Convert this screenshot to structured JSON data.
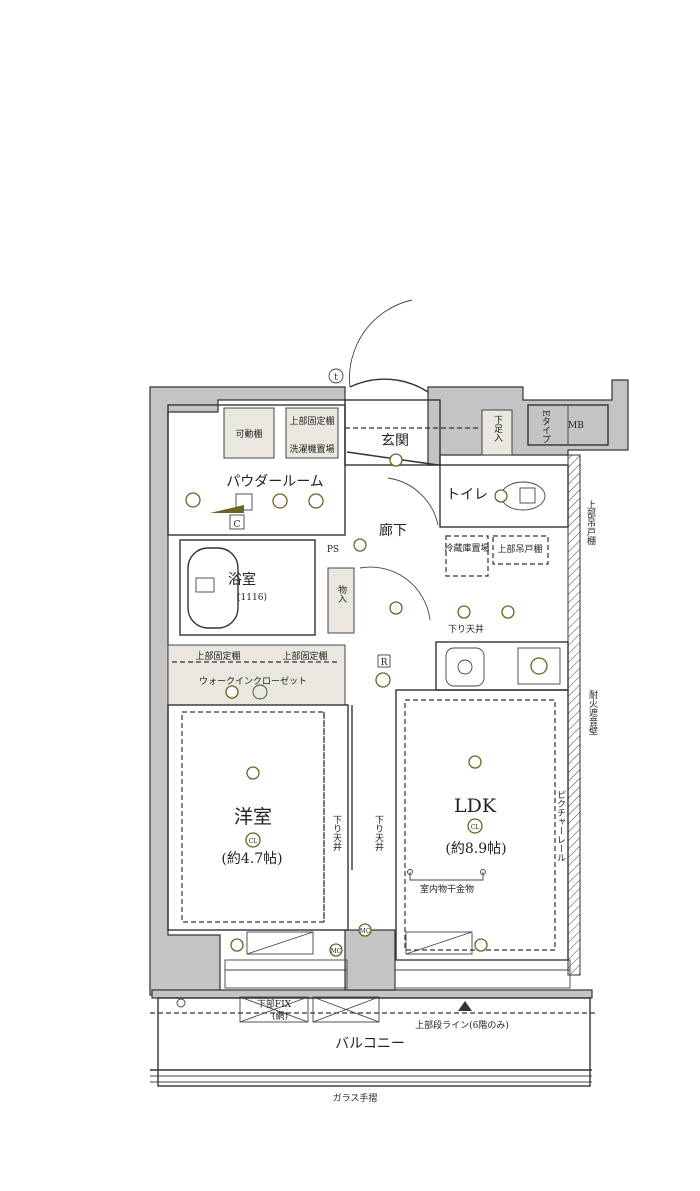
{
  "plan": {
    "genkan": "玄関",
    "getabako": "下足入",
    "mb_type": "Eタイプ",
    "mb": "MB",
    "movable_shelf": "可動棚",
    "upper_fixed_shelf_powder": "上部固定棚",
    "washer_space": "洗濯機置場",
    "powder_room": "パウダールーム",
    "c_mark": "C",
    "toilet": "トイレ",
    "hallway": "廊下",
    "ps": "PS",
    "bathroom": "浴室",
    "bathroom_size": "(1116)",
    "storage": "物入",
    "fridge_space": "冷蔵庫置場",
    "upper_cabinet_kitchen": "上部吊戸棚",
    "upper_cabinet_side": "上部吊戸棚",
    "lowered_ceiling_kitchen": "下り天井",
    "r_mark": "R",
    "upper_fixed_shelf_left": "上部固定棚",
    "upper_fixed_shelf_right": "上部固定棚",
    "walk_in_closet": "ウォークインクローゼット",
    "fire_wall": "耐火遮音壁",
    "western_room": "洋室",
    "western_cl": "CL",
    "western_size": "(約4.7帖)",
    "lowered_ceiling_left": "下り天井",
    "lowered_ceiling_right": "下り天井",
    "ldk": "LDK",
    "ldk_cl": "CL",
    "ldk_size": "(約8.9帖)",
    "picture_rail": "ピクチャーレール",
    "laundry_hanger": "室内物干金物",
    "mc_left": "MC",
    "mc_right": "MC",
    "lower_fix": "下部FIX",
    "lower_fix_net": "(網)",
    "upper_step_line": "上部段ライン(6階のみ)",
    "balcony": "バルコニー",
    "glass_rail": "ガラス手摺",
    "t_mark": "t"
  }
}
